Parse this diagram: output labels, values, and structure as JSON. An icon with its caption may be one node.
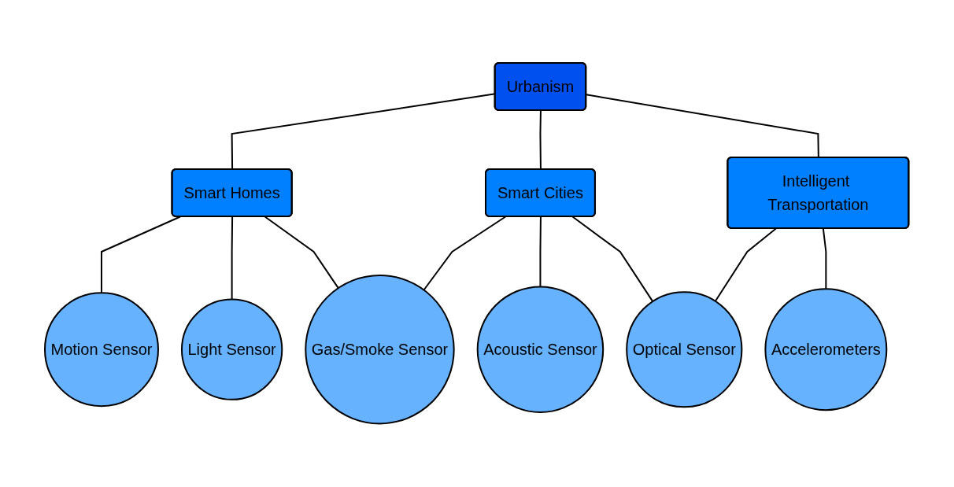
{
  "diagram": {
    "nodes": [
      {
        "text": [
          "Urbanism"
        ]
      },
      {
        "text": [
          "Smart Homes"
        ]
      },
      {
        "text": [
          "Smart Cities"
        ]
      },
      {
        "text": [
          "Intelligent Transportation"
        ]
      },
      {
        "text": [
          "Motion Sensor"
        ]
      },
      {
        "text": [
          "Light Sensor"
        ]
      },
      {
        "text": [
          "Gas/Smoke Sensor"
        ]
      },
      {
        "text": [
          "Acoustic Sensor"
        ]
      },
      {
        "text": [
          "Optical Sensor"
        ]
      },
      {
        "text": [
          "Accelerometers"
        ]
      }
    ],
    "edges": [
      {
        "from": 0,
        "to": 1,
        "arrow": "none"
      },
      {
        "from": 0,
        "to": 2,
        "arrow": "none"
      },
      {
        "from": 0,
        "to": 3,
        "arrow": "none"
      },
      {
        "from": 1,
        "to": 4,
        "arrow": "none"
      },
      {
        "from": 1,
        "to": 5,
        "arrow": "none"
      },
      {
        "from": 1,
        "to": 6,
        "arrow": "none"
      },
      {
        "from": 2,
        "to": 6,
        "arrow": "none"
      },
      {
        "from": 2,
        "to": 7,
        "arrow": "none"
      },
      {
        "from": 2,
        "to": 8,
        "arrow": "none"
      },
      {
        "from": 3,
        "to": 8,
        "arrow": "none"
      },
      {
        "from": 3,
        "to": 9,
        "arrow": "none"
      }
    ]
  }
}
